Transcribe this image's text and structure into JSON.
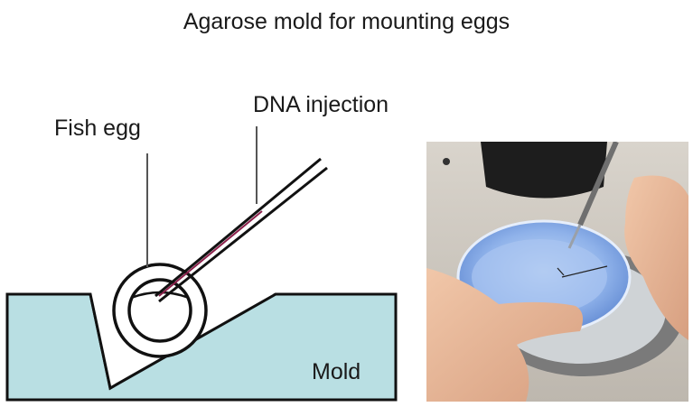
{
  "title": "Agarose mold for mounting eggs",
  "labels": {
    "fish_egg": "Fish egg",
    "dna_injection": "DNA injection",
    "mold": "Mold"
  },
  "colors": {
    "mold_fill": "#b9dfe3",
    "outline": "#111111",
    "needle_tip": "#8a1f4a",
    "dish_blue": "#7fa9e6"
  }
}
